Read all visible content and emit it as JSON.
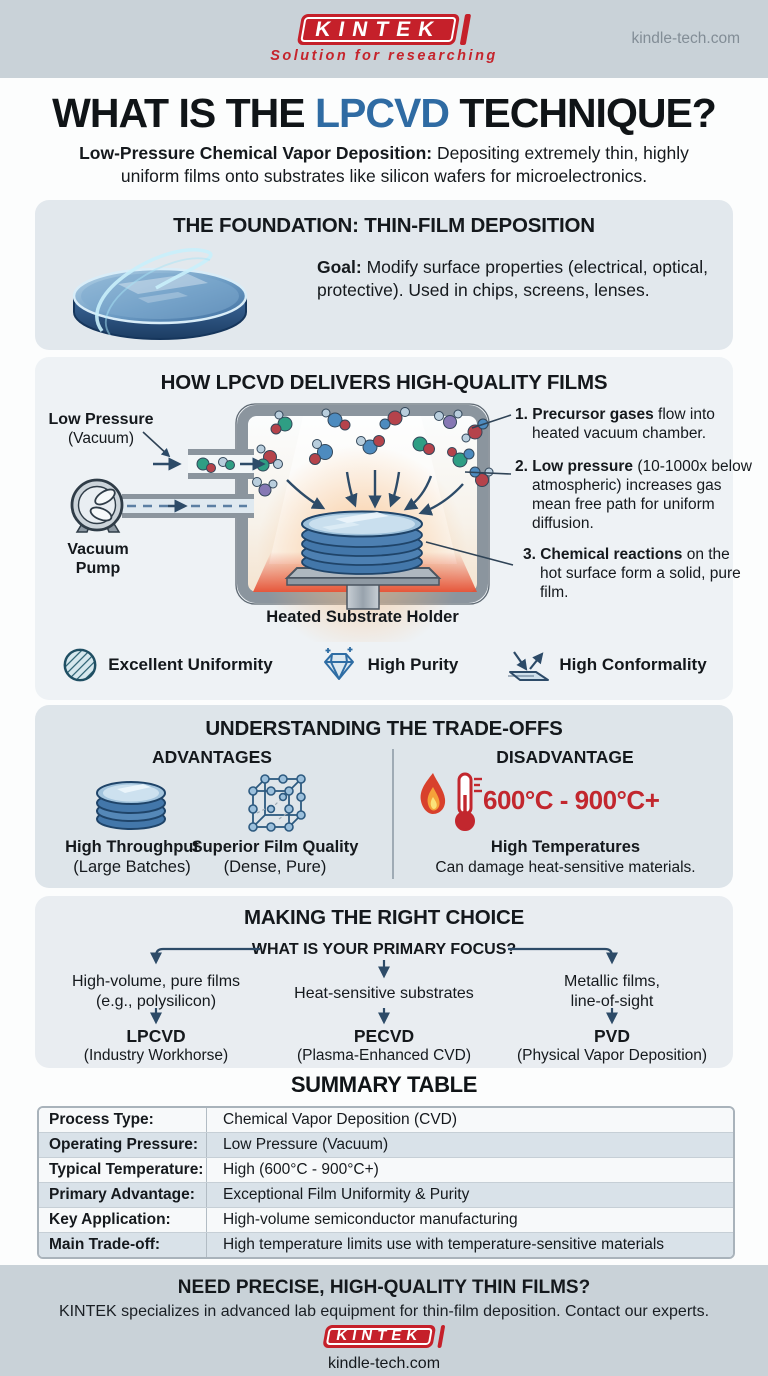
{
  "header": {
    "brand": "KINTEK",
    "tagline": "Solution for researching",
    "website": "kindle-tech.com"
  },
  "title": {
    "pre": "WHAT IS THE ",
    "highlight": "LPCVD",
    "post": " TECHNIQUE?"
  },
  "subtitle": {
    "bold": "Low-Pressure Chemical Vapor Deposition:",
    "rest": " Depositing extremely thin, highly uniform films onto substrates like silicon wafers for microelectronics."
  },
  "foundation": {
    "title": "THE FOUNDATION: THIN-FILM DEPOSITION",
    "goal_bold": "Goal:",
    "goal_rest": " Modify surface properties (electrical, optical, protective). Used in chips, screens, lenses."
  },
  "process": {
    "title": "HOW LPCVD DELIVERS HIGH-QUALITY FILMS",
    "labels": {
      "low_pressure": "Low Pressure",
      "vacuum": "(Vacuum)",
      "pump_line1": "Vacuum",
      "pump_line2": "Pump",
      "holder": "Heated Substrate Holder"
    },
    "steps": [
      {
        "num": "1. ",
        "bold": "Precursor gases",
        "rest": " flow into heated vacuum chamber."
      },
      {
        "num": "2. ",
        "bold": "Low pressure",
        "rest": " (10-1000x below atmospheric) increases gas mean free path for uniform diffusion."
      },
      {
        "num": "3. ",
        "bold": "Chemical reactions",
        "rest": " on the hot surface form a solid, pure film."
      }
    ],
    "features": [
      {
        "label": "Excellent Uniformity"
      },
      {
        "label": "High Purity"
      },
      {
        "label": "High Conformality"
      }
    ]
  },
  "tradeoffs": {
    "title": "UNDERSTANDING THE TRADE-OFFS",
    "advantages_title": "ADVANTAGES",
    "disadvantage_title": "DISADVANTAGE",
    "advantages": [
      {
        "title": "High Throughput",
        "subtitle": "(Large Batches)"
      },
      {
        "title": "Superior Film Quality",
        "subtitle": "(Dense, Pure)"
      }
    ],
    "disadvantage": {
      "temp_range": "600°C - 900°C+",
      "title": "High Temperatures",
      "subtitle": "Can damage heat-sensitive materials."
    }
  },
  "choice": {
    "title": "MAKING THE RIGHT CHOICE",
    "question": "WHAT IS YOUR PRIMARY FOCUS?",
    "branches": [
      {
        "need1": "High-volume, pure films",
        "need2": "(e.g., polysilicon)",
        "result": "LPCVD",
        "sub": "(Industry Workhorse)"
      },
      {
        "need1": "Heat-sensitive substrates",
        "need2": "",
        "result": "PECVD",
        "sub": "(Plasma-Enhanced CVD)"
      },
      {
        "need1": "Metallic films,",
        "need2": "line-of-sight",
        "result": "PVD",
        "sub": "(Physical Vapor Deposition)"
      }
    ]
  },
  "summary": {
    "title": "SUMMARY TABLE",
    "rows": [
      {
        "label": "Process Type:",
        "value": "Chemical Vapor Deposition (CVD)"
      },
      {
        "label": "Operating Pressure:",
        "value": "Low Pressure (Vacuum)"
      },
      {
        "label": "Typical Temperature:",
        "value": "High (600°C - 900°C+)"
      },
      {
        "label": "Primary Advantage:",
        "value": "Exceptional Film Uniformity & Purity"
      },
      {
        "label": "Key Application:",
        "value": "High-volume semiconductor manufacturing"
      },
      {
        "label": "Main Trade-off:",
        "value": "High temperature limits use with temperature-sensitive materials"
      }
    ]
  },
  "footer": {
    "headline": "NEED PRECISE, HIGH-QUALITY THIN FILMS?",
    "text": "KINTEK specializes in advanced lab equipment for thin-film deposition. Contact our experts.",
    "brand": "KINTEK",
    "website": "kindle-tech.com"
  },
  "colors": {
    "brand_red": "#c5202a",
    "accent_blue": "#2f6ba3",
    "temp_red": "#c2272e"
  }
}
